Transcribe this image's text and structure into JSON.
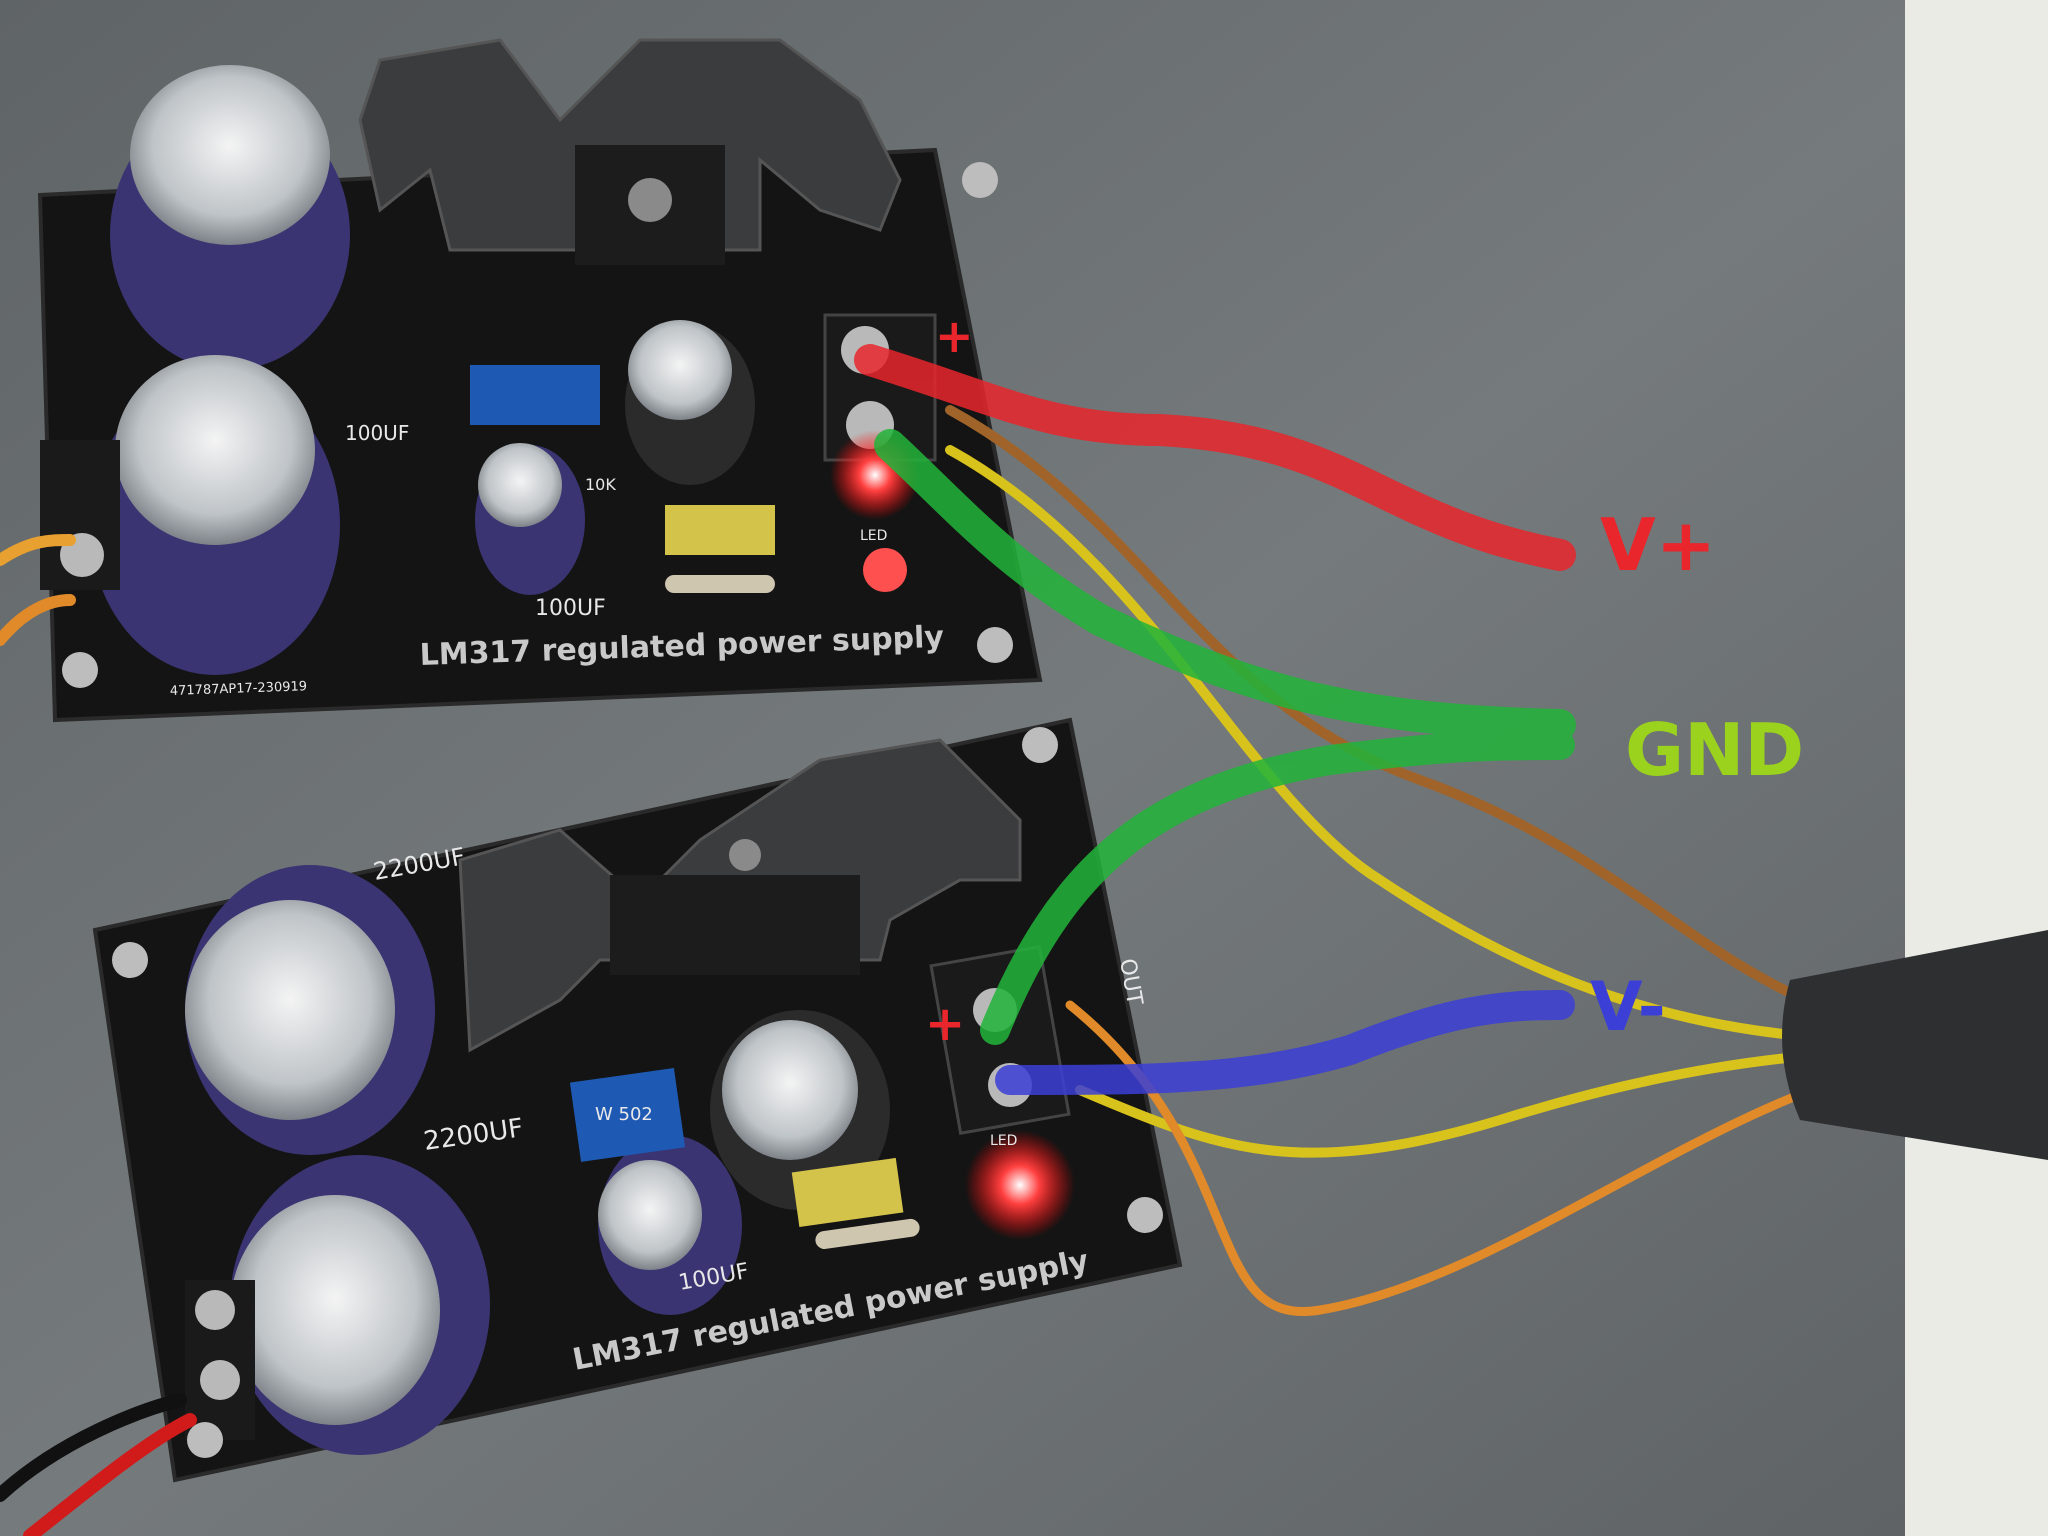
{
  "annotations": {
    "vplus": {
      "text": "V+",
      "color": "#e8262c"
    },
    "gnd": {
      "text": "GND",
      "color": "#9bd21e"
    },
    "vminus": {
      "text": "V-",
      "color": "#3b3fd6"
    }
  },
  "board_top": {
    "label": "LM317 regulated power supply",
    "serial": "471787AP17-230919",
    "plus_mark": "+",
    "cap_small": "100UF",
    "cap_mid": "100UF",
    "resistor": "10K",
    "led": "LED"
  },
  "board_bottom": {
    "label": "LM317 regulated power supply",
    "plus_mark": "+",
    "cap_large": "2200UF",
    "cap_top": "2200UF",
    "cap_small": "100UF",
    "pot": "W 502",
    "out": "OUT",
    "led": "LED"
  },
  "colors": {
    "trace_red": "#e8262c",
    "trace_green": "#22b43a",
    "trace_blue": "#3b3fd6",
    "wire_brown": "#a0642a",
    "wire_yellow": "#d8c21c",
    "wire_orange": "#e08a2a"
  }
}
